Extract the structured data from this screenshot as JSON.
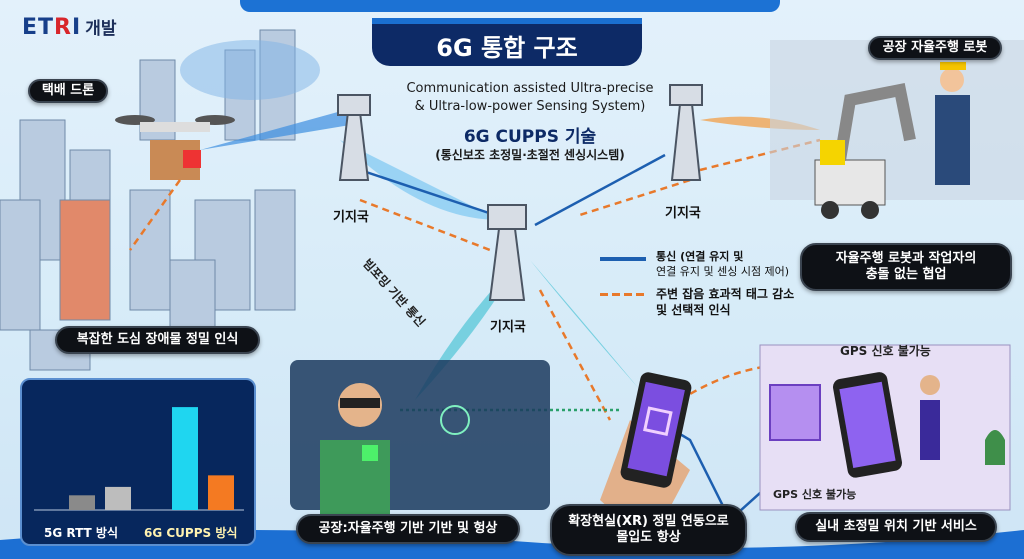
{
  "logo": {
    "brand_prefix": "ET",
    "brand_r": "R",
    "brand_suffix": "I",
    "suffix": "개발"
  },
  "header": {
    "title": "6G 통합 구조"
  },
  "center": {
    "english_line1": "Communication assisted Ultra-precise",
    "english_line2": "& Ultra-low-power Sensing System)",
    "tech_title": "6G CUPPS 기술",
    "tech_subtitle": "(통신보조 초정밀·초절전 센싱시스템)"
  },
  "towers": [
    {
      "label": "기지국"
    },
    {
      "label": "기지국"
    },
    {
      "label": "기지국"
    }
  ],
  "beam_label": "빔포밍 기반 통신",
  "labels": {
    "drone": "택배 드론",
    "factory_robot": "공장 자율주행 로봇",
    "robot_collab_line1": "자율주행 로봇과 작업자의",
    "robot_collab_line2": "충돌 없는 협업",
    "urban": "복잡한 도심 장애물 정밀 인식",
    "factory_xr": "공장:자율주행 기반 기반 및 헝상",
    "xr_line1": "확장현실(XR) 정밀 연동으로",
    "xr_line2": "몰입도 항상",
    "indoor": "실내 초정밀 위치 기반 서비스",
    "gps_top": "GPS 신호 불가능",
    "gps_bottom": "GPS 신호 불가능"
  },
  "legend": {
    "comm_line1": "통신 (연결 유지 및",
    "comm_line2": "연결 유지 및 센싱 시점 제어)",
    "tag_line1": "주변 잡음 효과적 태그 감소",
    "tag_line2": "및 선택적 인식",
    "comm_color": "#1d5fb0",
    "tag_color": "#e8792b"
  },
  "chart_data": {
    "type": "bar",
    "categories": [
      "5G RTT 방식",
      "6G CUPPS 방식"
    ],
    "series": [
      {
        "values": [
          14,
          98
        ]
      },
      {
        "values": [
          22,
          33
        ]
      }
    ],
    "colors": [
      [
        "#8a8a8a",
        "#1fd6f0"
      ],
      [
        "#bdbdbd",
        "#f47a22"
      ]
    ],
    "title": "",
    "xlabel": "",
    "ylabel": ""
  }
}
